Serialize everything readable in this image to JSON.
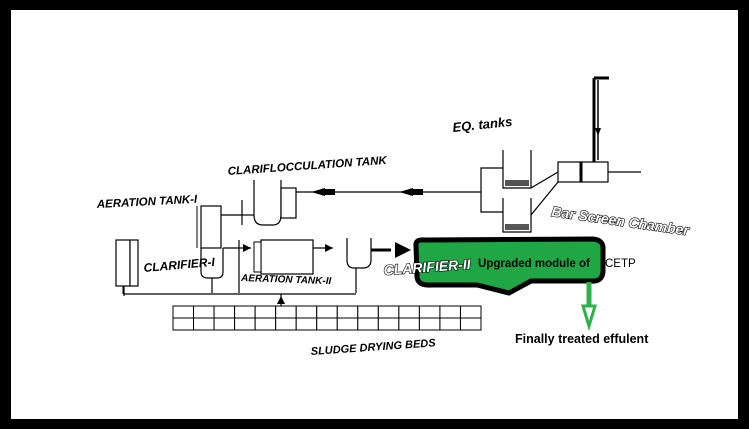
{
  "labels": {
    "eq_tanks": "EQ. tanks",
    "clariflocculation_tank": "CLARIFLOCCULATION TANK",
    "aeration_tank_1": "AERATION TANK-I",
    "clarifier_1": "CLARIFIER-I",
    "aeration_tank_2": "AERATION TANK-II",
    "clarifier_2": "CLARIFIER-II",
    "upgraded_module": "Upgraded module of",
    "cetp": "CETP",
    "bar_screen_chamber": "Bar Screen Chamber",
    "sludge_drying_beds": "SLUDGE DRYING BEDS",
    "finally_treated_effluent": "Finally treated effulent"
  },
  "colors": {
    "frame": "#000000",
    "background": "#ffffff",
    "upgraded_module_fill": "#1fa745",
    "effluent_arrow": "#2bb34a"
  }
}
